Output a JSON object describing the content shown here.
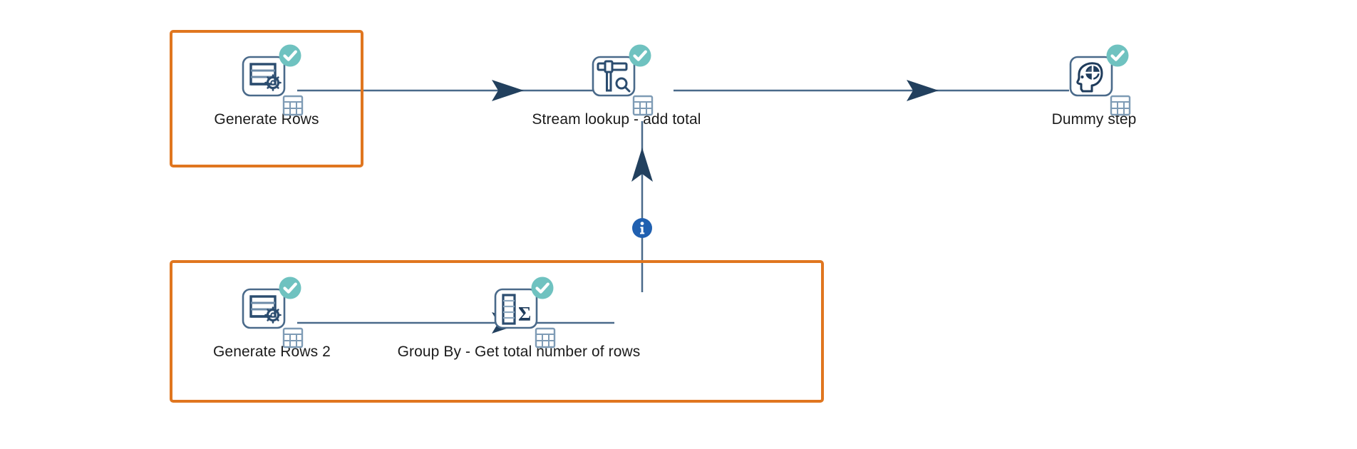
{
  "canvas": {
    "title": "Transformation canvas",
    "background_color": "#ffffff",
    "selection_border_color": "#E0761F",
    "hop_line_color": "#4A6A8A",
    "arrow_color": "#22405E",
    "icon_outline_color": "#2B4C6F",
    "check_badge_color": "#6FC2C0",
    "info_badge_color": "#2060B0",
    "label_color": "#1b1b1b"
  },
  "steps": [
    {
      "id": "generate-rows",
      "label": "Generate Rows",
      "icon": "generate-rows-icon",
      "status_icon": "check-circle-icon",
      "data_badge_icon": "grid-table-icon",
      "selected": true
    },
    {
      "id": "stream-lookup",
      "label": "Stream lookup - add total",
      "icon": "stream-lookup-icon",
      "status_icon": "check-circle-icon",
      "data_badge_icon": "grid-table-icon",
      "selected": false
    },
    {
      "id": "dummy-step",
      "label": "Dummy step",
      "icon": "dummy-head-icon",
      "status_icon": "check-circle-icon",
      "data_badge_icon": "grid-table-icon",
      "selected": false
    },
    {
      "id": "generate-rows-2",
      "label": "Generate Rows 2",
      "icon": "generate-rows-icon",
      "status_icon": "check-circle-icon",
      "data_badge_icon": "grid-table-icon",
      "selected": true
    },
    {
      "id": "group-by",
      "label": "Group By - Get total number of rows",
      "icon": "group-by-sigma-icon",
      "status_icon": "check-circle-icon",
      "data_badge_icon": "grid-table-icon",
      "selected": true
    }
  ],
  "hops": [
    {
      "id": "hop-generate-rows-to-stream-lookup",
      "from": "generate-rows",
      "to": "stream-lookup",
      "direction": "horizontal",
      "badge": null
    },
    {
      "id": "hop-stream-lookup-to-dummy-step",
      "from": "stream-lookup",
      "to": "dummy-step",
      "direction": "horizontal",
      "badge": null
    },
    {
      "id": "hop-generate-rows-2-to-group-by",
      "from": "generate-rows-2",
      "to": "group-by",
      "direction": "horizontal",
      "badge": null
    },
    {
      "id": "hop-group-by-to-stream-lookup",
      "from": "group-by",
      "to": "stream-lookup",
      "direction": "vertical-up",
      "badge": "info-badge-icon"
    }
  ],
  "selections": [
    {
      "id": "selection-generate-rows",
      "label_ref": "generate-rows"
    },
    {
      "id": "selection-group-block",
      "label_ref": "generate-rows-2"
    }
  ]
}
